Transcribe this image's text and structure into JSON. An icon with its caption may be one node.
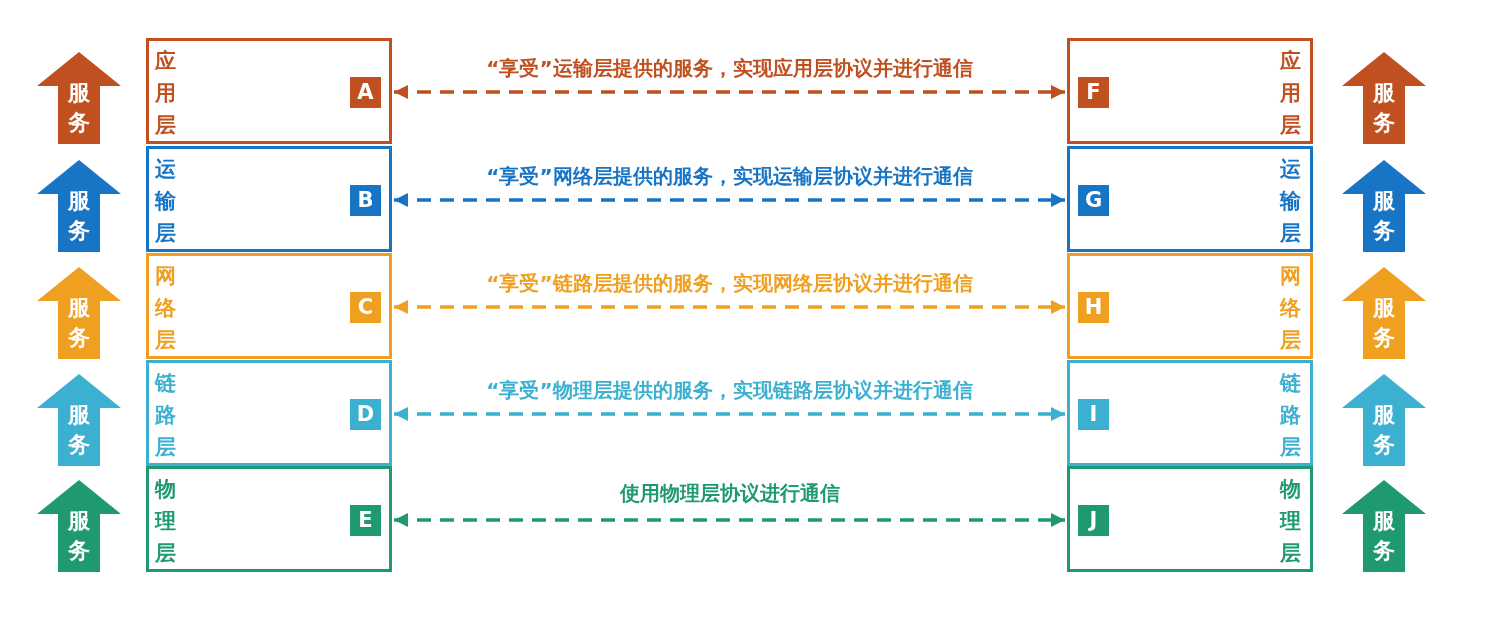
{
  "diagram": {
    "nodes": [
      {
        "text": [
          "服务"
        ]
      },
      {
        "text": [
          "应用层"
        ]
      },
      {
        "text": [
          "A"
        ],
        "in": 1
      },
      {
        "text": [
          "应用层"
        ]
      },
      {
        "text": [
          "F"
        ],
        "in": 3
      },
      {
        "text": [
          "服务"
        ]
      },
      {
        "text": [
          "服务"
        ]
      },
      {
        "text": [
          "运输层"
        ]
      },
      {
        "text": [
          "B"
        ],
        "in": 7
      },
      {
        "text": [
          "运输层"
        ]
      },
      {
        "text": [
          "G"
        ],
        "in": 9
      },
      {
        "text": [
          "服务"
        ]
      },
      {
        "text": [
          "服务"
        ]
      },
      {
        "text": [
          "网络层"
        ]
      },
      {
        "text": [
          "C"
        ],
        "in": 13
      },
      {
        "text": [
          "网络层"
        ]
      },
      {
        "text": [
          "H"
        ],
        "in": 15
      },
      {
        "text": [
          "服务"
        ]
      },
      {
        "text": [
          "服务"
        ]
      },
      {
        "text": [
          "链路层"
        ]
      },
      {
        "text": [
          "D"
        ],
        "in": 19
      },
      {
        "text": [
          "链路层"
        ]
      },
      {
        "text": [
          "I"
        ],
        "in": 21
      },
      {
        "text": [
          "服务"
        ]
      },
      {
        "text": [
          "服务"
        ]
      },
      {
        "text": [
          "物理层"
        ]
      },
      {
        "text": [
          "E"
        ],
        "in": 25
      },
      {
        "text": [
          "物理层"
        ]
      },
      {
        "text": [
          "J"
        ],
        "in": 27
      },
      {
        "text": [
          "服务"
        ]
      }
    ],
    "edges": [
      {
        "from": 1,
        "to": 3,
        "arrow": "both",
        "style": "dashed",
        "color": "#c0501f",
        "label": "“享受”运输层提供的服务，实现应用层协议并进行通信"
      },
      {
        "from": 7,
        "to": 9,
        "arrow": "both",
        "style": "dashed",
        "color": "#1874c4",
        "label": "“享受”网络层提供的服务，实现运输层协议并进行通信"
      },
      {
        "from": 13,
        "to": 15,
        "arrow": "both",
        "style": "dashed",
        "color": "#f0a020",
        "label": "“享受”链路层提供的服务，实现网络层协议并进行通信"
      },
      {
        "from": 19,
        "to": 21,
        "arrow": "both",
        "style": "dashed",
        "color": "#3bb0d0",
        "label": "“享受”物理层提供的服务，实现链路层协议并进行通信"
      },
      {
        "from": 25,
        "to": 27,
        "arrow": "both",
        "style": "dashed",
        "color": "#1f9a6f",
        "label": "使用物理层协议进行通信"
      }
    ]
  }
}
